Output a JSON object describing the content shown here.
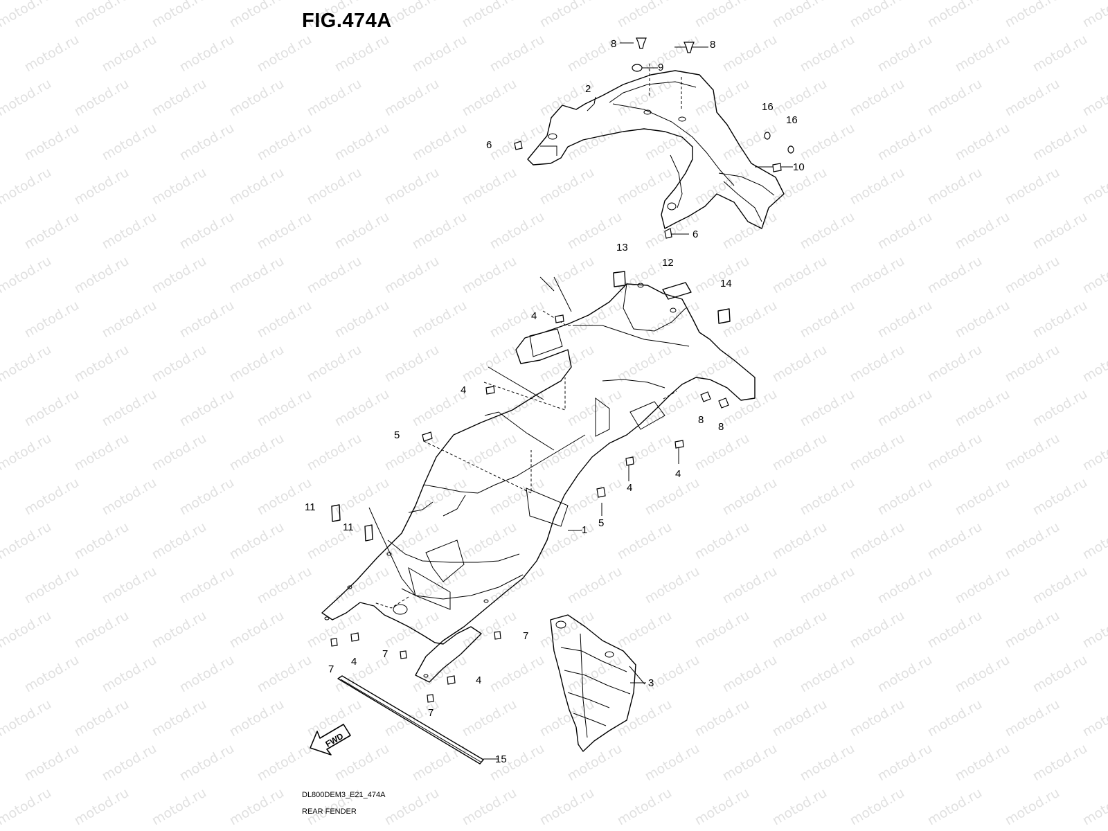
{
  "figure": {
    "title": "FIG.474A",
    "code": "DL800DEM3_E21_474A",
    "name": "REAR FENDER",
    "watermark": "motod.ru",
    "direction_arrow_label": "FWD"
  },
  "callouts": {
    "c1": "1",
    "c2": "2",
    "c3": "3",
    "c4a": "4",
    "c4b": "4",
    "c4c": "4",
    "c4d": "4",
    "c4e": "4",
    "c4f": "4",
    "c5a": "5",
    "c5b": "5",
    "c6a": "6",
    "c6b": "6",
    "c7a": "7",
    "c7b": "7",
    "c7c": "7",
    "c7d": "7",
    "c8a": "8",
    "c8b": "8",
    "c8c": "8",
    "c8d": "8",
    "c9": "9",
    "c10": "10",
    "c11a": "11",
    "c11b": "11",
    "c12": "12",
    "c13": "13",
    "c14": "14",
    "c15": "15",
    "c16a": "16",
    "c16b": "16"
  }
}
